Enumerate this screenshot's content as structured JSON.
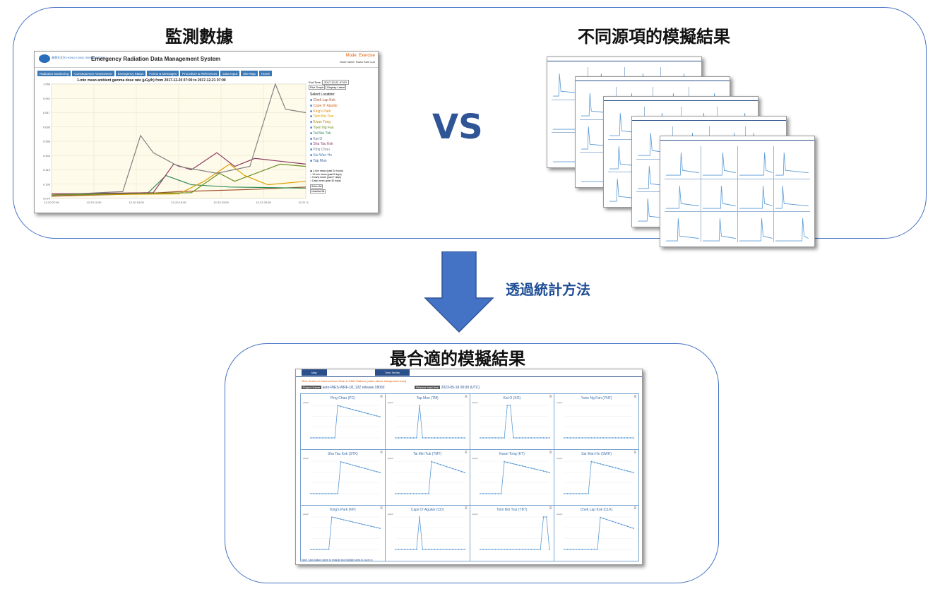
{
  "top_panel": {
    "left_title": "監測數據",
    "right_title": "不同源項的模擬結果",
    "vs_label": "VS"
  },
  "erdms": {
    "org": "香港天文台 HONG KONG OBSERVATORY",
    "title": "Emergency Radiation Data Management System",
    "mode": "Mode: Exercise",
    "user": "Short name: Kwan Kam Lun",
    "nav": [
      "Radiation Monitoring",
      "Consequence Assessment",
      "Emergency Status",
      "Forms & Messages",
      "Procedure & References",
      "Data Input",
      "Site Map",
      "Home"
    ],
    "chart_title": "1-min mean ambient gamma dose rate (μGy/h) from 2017-12-20 07:00 to 2017-12-21 07:00",
    "end_time_label": "End Time:",
    "end_time_value": "2017-12-21 07:00",
    "plot_graph": "Plot Graph",
    "display_latest": "Display Latest",
    "select_location": "Select Location:",
    "locations": [
      "Chek Lap Kok",
      "Cape D' Aguilar",
      "King's Park",
      "Tsim Bei Tsui",
      "Kwun Tong",
      "Yuen Ng Fan",
      "Tai Mei Tuk",
      "Kat O",
      "Sha Tau Kok",
      "Ping Chau",
      "Sai Wan Ho",
      "Tap Mun"
    ],
    "averaging": [
      "1-min mean (past 24 hours)",
      "10-min mean (past 5 days)",
      "Hourly mean (past 7 days)",
      "Daily mean (past 30 days)"
    ],
    "select_all": "Select All",
    "unselect_all": "Unselect All",
    "y_ticks": [
      "1.066",
      "0.942",
      "0.817",
      "0.693",
      "0.568",
      "0.444",
      "0.319",
      "0.195",
      "0.070"
    ],
    "x_ticks": [
      "12-20 07:00",
      "12-20 11:00",
      "12-20 15:00",
      "12-20 19:00",
      "12-20 23:00",
      "12-21 03:00",
      "12-21 07:00"
    ]
  },
  "arrow": {
    "label": "透過統計方法"
  },
  "bottom_panel": {
    "title": "最合適的模擬結果",
    "tab_map": "Map",
    "tab_time_series": "Time Series",
    "caption": "Time Series of Gamma Dose Rate at GMN Stations (value above background level)",
    "project_label": "Project Name",
    "project_name": "auto-INES-WRF-18_12Z.release.1800Z",
    "release_label": "Release start time",
    "release_time": "2023-05-18 00:00 (UTC)",
    "unit": "μGy/h",
    "note": "Note: Click station name to enlarge and highlight area to zoom in",
    "stations": [
      "Ping Chau (PC)",
      "Tap Mun (TM)",
      "Kat O (KO)",
      "Yuen Ng Fan (YNF)",
      "Sha Tau Kok (STK)",
      "Tai Mei Tuk (TMT)",
      "Kwun Tong (KT)",
      "Sai Wan Ho (SWH)",
      "King's Park (KP)",
      "Cape D' Aguilar (CD)",
      "Tsim Bei Tsui (TBT)",
      "Chek Lap Kok (CLK)"
    ]
  },
  "colors": {
    "panel_border": "#4472c4",
    "vs": "#2f5597",
    "arrow": "#4472c4",
    "nav": "#3c78b4",
    "series_line": "#5b9bd5"
  }
}
